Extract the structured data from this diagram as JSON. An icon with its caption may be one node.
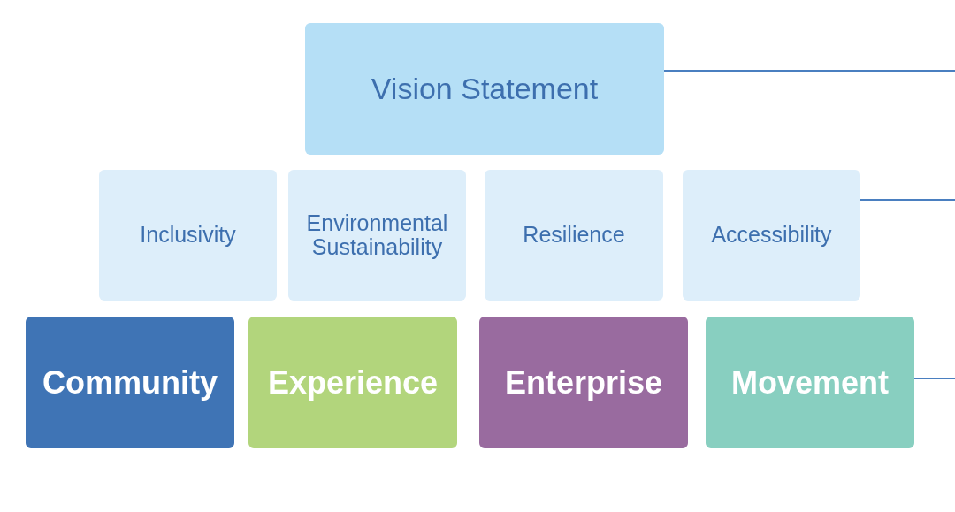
{
  "diagram": {
    "nodes": [
      {
        "text": [
          "Vision Statement"
        ]
      },
      {
        "text": [
          "Inclusivity"
        ]
      },
      {
        "text": [
          "Environmental Sustainability"
        ]
      },
      {
        "text": [
          "Resilience"
        ]
      },
      {
        "text": [
          "Accessibility"
        ]
      },
      {
        "text": [
          "Community"
        ]
      },
      {
        "text": [
          "Experience"
        ]
      },
      {
        "text": [
          "Enterprise"
        ]
      },
      {
        "text": [
          "Movement"
        ]
      }
    ],
    "edges": [
      {
        "from": 0,
        "to": null,
        "arrow": "none"
      },
      {
        "from": 4,
        "to": null,
        "arrow": "none"
      },
      {
        "from": 8,
        "to": null,
        "arrow": "none"
      }
    ]
  }
}
